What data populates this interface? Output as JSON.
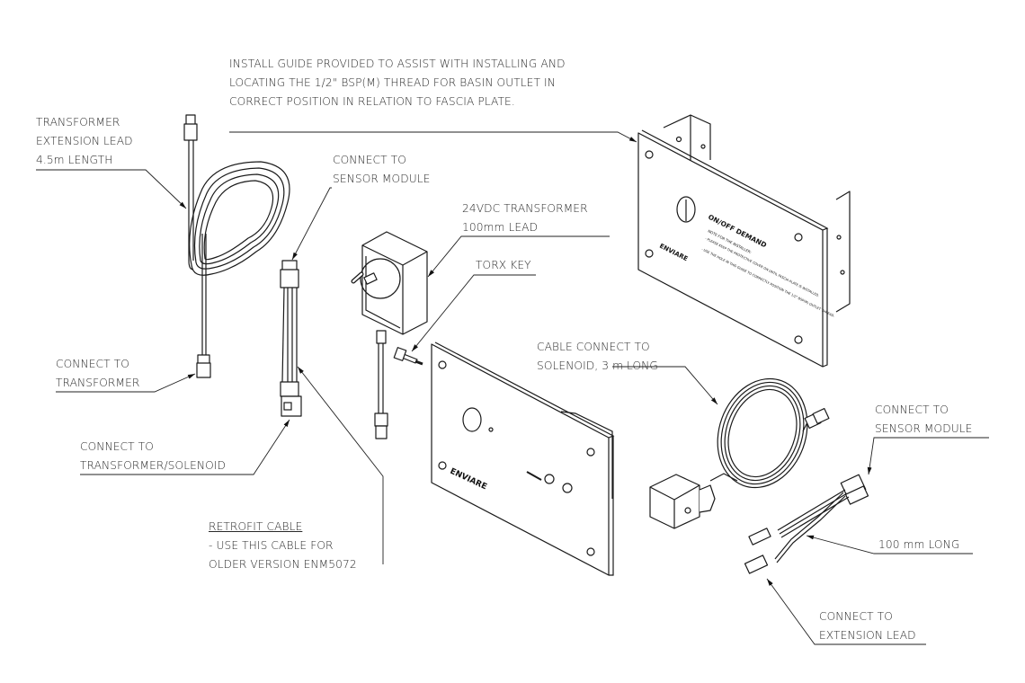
{
  "diagram": {
    "title": "Sensor module components exploded view",
    "callouts": {
      "install_guide": {
        "lines": [
          "INSTALL GUIDE PROVIDED TO ASSIST WITH INSTALLING AND",
          "LOCATING THE 1/2\" BSP(M) THREAD FOR BASIN OUTLET IN",
          "CORRECT POSITION IN RELATION TO FASCIA PLATE."
        ]
      },
      "transformer_extension_lead": {
        "lines": [
          "TRANSFORMER",
          "EXTENSION LEAD",
          "4.5m LENGTH"
        ]
      },
      "connect_to_transformer": {
        "lines": [
          "CONNECT TO",
          "TRANSFORMER"
        ]
      },
      "connect_to_sensor_module_left": {
        "lines": [
          "CONNECT TO",
          "SENSOR MODULE"
        ]
      },
      "connect_to_transformer_solenoid": {
        "lines": [
          "CONNECT TO",
          "TRANSFORMER/SOLENOID"
        ]
      },
      "retrofit_cable": {
        "lines": [
          "RETROFIT CABLE",
          "- USE THIS CABLE FOR",
          "OLDER VERSION ENM5072"
        ]
      },
      "transformer_24vdc": {
        "lines": [
          "24VDC TRANSFORMER",
          "100mm LEAD"
        ]
      },
      "torx_key": {
        "lines": [
          "TORX KEY"
        ]
      },
      "cable_to_solenoid": {
        "lines": [
          "CABLE CONNECT TO",
          "SOLENOID, 3 m LONG"
        ]
      },
      "connect_to_sensor_module_right": {
        "lines": [
          "CONNECT TO",
          "SENSOR MODULE"
        ]
      },
      "length_100mm": {
        "lines": [
          "100 mm LONG"
        ]
      },
      "connect_to_extension_lead": {
        "lines": [
          "CONNECT TO",
          "EXTENSION LEAD"
        ]
      }
    },
    "part_markings": {
      "brand": "ENVIARE",
      "install_guide_heading": "ON/OFF DEMAND",
      "install_guide_note_title": "NOTE FOR THE INSTALLER:",
      "install_guide_note_1": "- PLEASE KEEP THE PROTECTIVE COVER ON UNTIL FASCIA PLATE IS INSTALLED.",
      "install_guide_note_2": "- USE THE HOLE IN THIS GUIDE TO CORRECTLY POSITION THE 1/2\" BSP(M) OUTLET THREAD."
    }
  }
}
